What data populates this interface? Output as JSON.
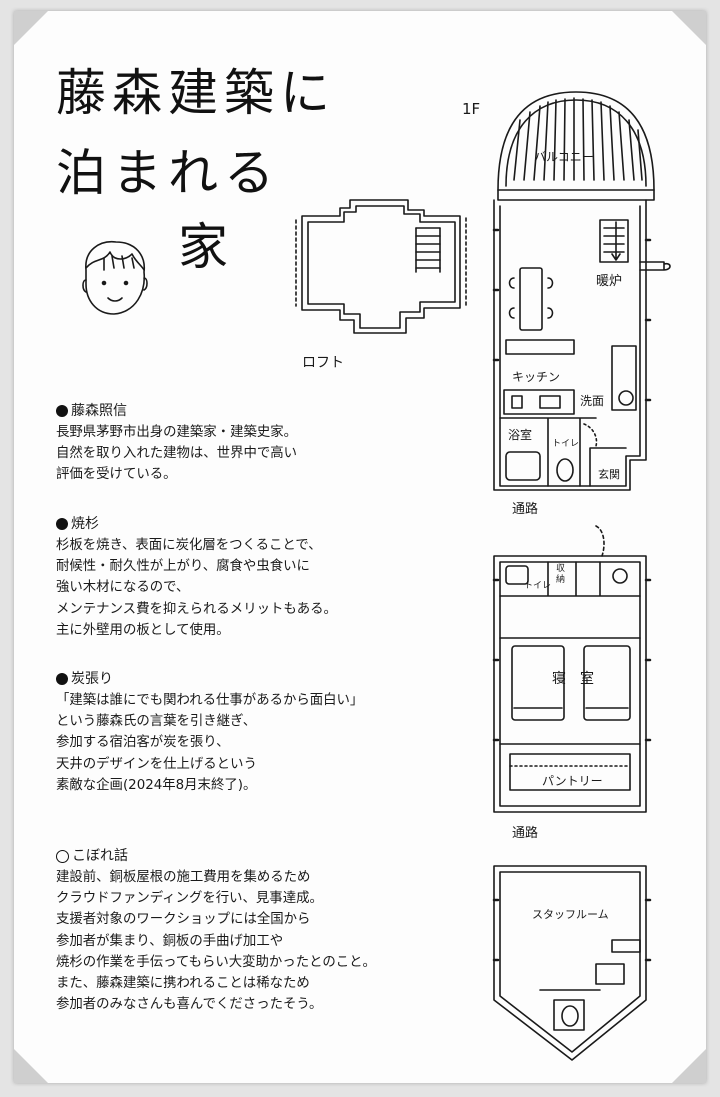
{
  "title": {
    "line1": "藤森建築に",
    "line2": "泊まれる",
    "line3": "家"
  },
  "plan_labels": {
    "floor": "1F",
    "balcony": "バルコニー",
    "stove": "暖炉",
    "kitchen": "キッチン",
    "washroom": "洗面",
    "bath": "浴室",
    "toilet1": "トイレ",
    "entrance": "玄関",
    "path1": "通路",
    "loft": "ロフト",
    "toilet2": "トイレ",
    "storage": "収納",
    "bedroom": "寝　室",
    "pantry": "パントリー",
    "path2": "通路",
    "staff": "スタッフルーム"
  },
  "sections": [
    {
      "bullet": "filled",
      "heading": "藤森照信",
      "lines": [
        "長野県茅野市出身の建築家・建築史家。",
        "自然を取り入れた建物は、世界中で高い",
        "評価を受けている。"
      ]
    },
    {
      "bullet": "filled",
      "heading": "焼杉",
      "lines": [
        "杉板を焼き、表面に炭化層をつくることで、",
        "耐候性・耐久性が上がり、腐食や虫食いに",
        "強い木材になるので、",
        "メンテナンス費を抑えられるメリットもある。",
        "主に外壁用の板として使用。"
      ]
    },
    {
      "bullet": "filled",
      "heading": "炭張り",
      "lines": [
        "「建築は誰にでも関われる仕事があるから面白い」",
        "という藤森氏の言葉を引き継ぎ、",
        "参加する宿泊客が炭を張り、",
        "天井のデザインを仕上げるという",
        "素敵な企画(2024年8月末終了)。"
      ]
    },
    {
      "bullet": "open",
      "heading": "こぼれ話",
      "lines": [
        "建設前、銅板屋根の施工費用を集めるため",
        "クラウドファンディングを行い、見事達成。",
        "支援者対象のワークショップには全国から",
        "参加者が集まり、銅板の手曲げ加工や",
        "焼杉の作業を手伝ってもらい大変助かったとのこと。",
        "また、藤森建築に携われることは稀なため",
        "参加者のみなさんも喜んでくださったそう。"
      ]
    }
  ]
}
